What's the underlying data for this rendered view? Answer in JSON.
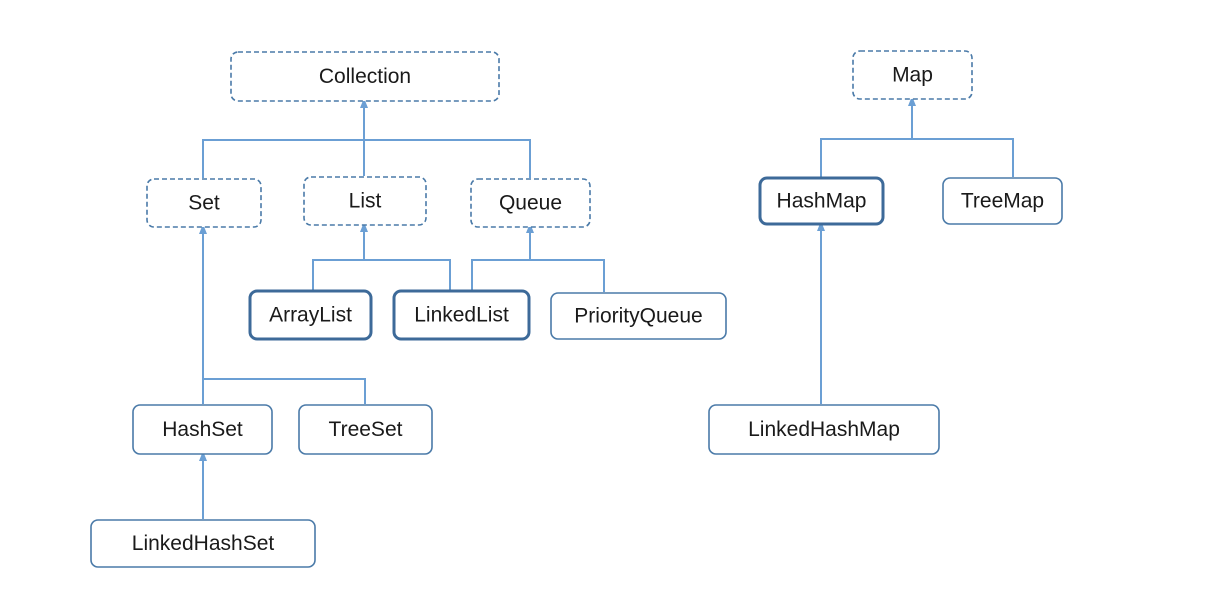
{
  "diagram": {
    "nodes": {
      "collection": {
        "label": "Collection",
        "style": "interface"
      },
      "set": {
        "label": "Set",
        "style": "interface"
      },
      "list": {
        "label": "List",
        "style": "interface"
      },
      "queue": {
        "label": "Queue",
        "style": "interface"
      },
      "arraylist": {
        "label": "ArrayList",
        "style": "highlight"
      },
      "linkedlist": {
        "label": "LinkedList",
        "style": "highlight"
      },
      "priorityqueue": {
        "label": "PriorityQueue",
        "style": "class"
      },
      "hashset": {
        "label": "HashSet",
        "style": "class"
      },
      "treeset": {
        "label": "TreeSet",
        "style": "class"
      },
      "linkedhashset": {
        "label": "LinkedHashSet",
        "style": "class"
      },
      "map": {
        "label": "Map",
        "style": "interface"
      },
      "hashmap": {
        "label": "HashMap",
        "style": "highlight"
      },
      "treemap": {
        "label": "TreeMap",
        "style": "class"
      },
      "linkedhashmap": {
        "label": "LinkedHashMap",
        "style": "class"
      }
    },
    "edges": [
      {
        "from": "set",
        "to": "collection"
      },
      {
        "from": "list",
        "to": "collection"
      },
      {
        "from": "queue",
        "to": "collection"
      },
      {
        "from": "arraylist",
        "to": "list"
      },
      {
        "from": "linkedlist",
        "to": "list"
      },
      {
        "from": "linkedlist",
        "to": "queue"
      },
      {
        "from": "priorityqueue",
        "to": "queue"
      },
      {
        "from": "hashset",
        "to": "set"
      },
      {
        "from": "treeset",
        "to": "set"
      },
      {
        "from": "linkedhashset",
        "to": "hashset"
      },
      {
        "from": "hashmap",
        "to": "map"
      },
      {
        "from": "treemap",
        "to": "map"
      },
      {
        "from": "linkedhashmap",
        "to": "hashmap"
      }
    ],
    "colors": {
      "connector": "#6b9fd4",
      "border": "#4a7aa8",
      "highlight_border": "#3d6a99",
      "text": "#1a1a1a"
    }
  }
}
